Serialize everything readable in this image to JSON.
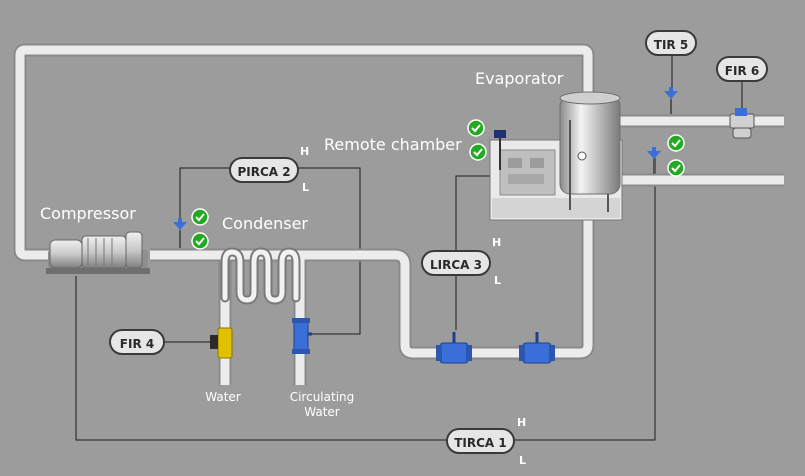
{
  "labels": {
    "evaporator": "Evaporator",
    "remote_chamber": "Remote chamber",
    "compressor": "Compressor",
    "condenser": "Condenser",
    "water": "Water",
    "circulating_water_line1": "Circulating",
    "circulating_water_line2": "Water"
  },
  "tags": {
    "tir5": "TIR 5",
    "fir6": "FIR 6",
    "pirca2": "PIRCA 2",
    "lirca3": "LIRCA 3",
    "fir4": "FIR 4",
    "tirca1": "TIRCA 1"
  },
  "limits": {
    "pirca2_high": "H",
    "pirca2_low": "L",
    "lirca3_high": "H",
    "lirca3_low": "L",
    "tirca1_high": "H",
    "tirca1_low": "L"
  },
  "status": {
    "ok_color": "#22aa22",
    "icon": "check-circle-icon"
  },
  "colors": {
    "background": "#9c9c9c",
    "pipe": "#e8e8e8",
    "valve": "#3a6fd8",
    "flow_meter": "#e0c000"
  }
}
